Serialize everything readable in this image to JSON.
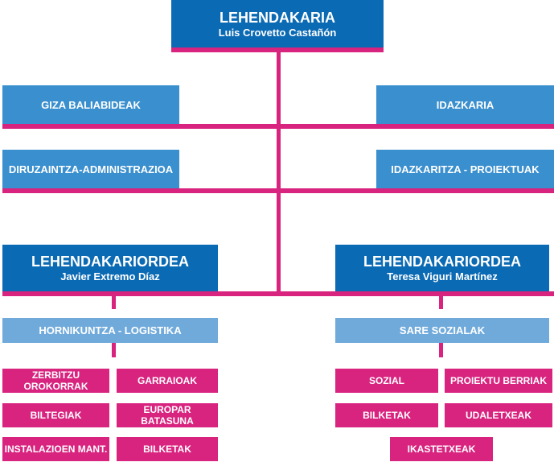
{
  "top": {
    "title": "LEHENDAKARIA",
    "name": "Luis Crovetto Castañón"
  },
  "staff": {
    "giza": "GIZA BALIABIDEAK",
    "idazkaria": "IDAZKARIA",
    "diruzaintza": "DIRUZAINTZA-ADMINISTRAZIOA",
    "idazkaritza": "IDAZKARITZA - PROIEKTUAK"
  },
  "vice_left": {
    "title": "LEHENDAKARIORDEA",
    "name": "Javier Extremo Díaz"
  },
  "vice_right": {
    "title": "LEHENDAKARIORDEA",
    "name": "Teresa Viguri Martínez"
  },
  "dept_left": "HORNIKUNTZA - LOGISTIKA",
  "dept_right": "SARE SOZIALAK",
  "left_units": [
    "ZERBITZU OROKORRAK",
    "GARRAIOAK",
    "BILTEGIAK",
    "EUROPAR BATASUNA",
    "INSTALAZIOEN MANT.",
    "BILKETAK"
  ],
  "right_units": [
    "SOZIAL",
    "PROIEKTU BERRIAK",
    "BILKETAK",
    "UDALETXEAK",
    "IKASTETXEAK"
  ],
  "colors": {
    "dark_blue": "#0b6ab4",
    "mid_blue": "#3a8fcf",
    "light_blue": "#70aadb",
    "magenta": "#d8237f"
  }
}
